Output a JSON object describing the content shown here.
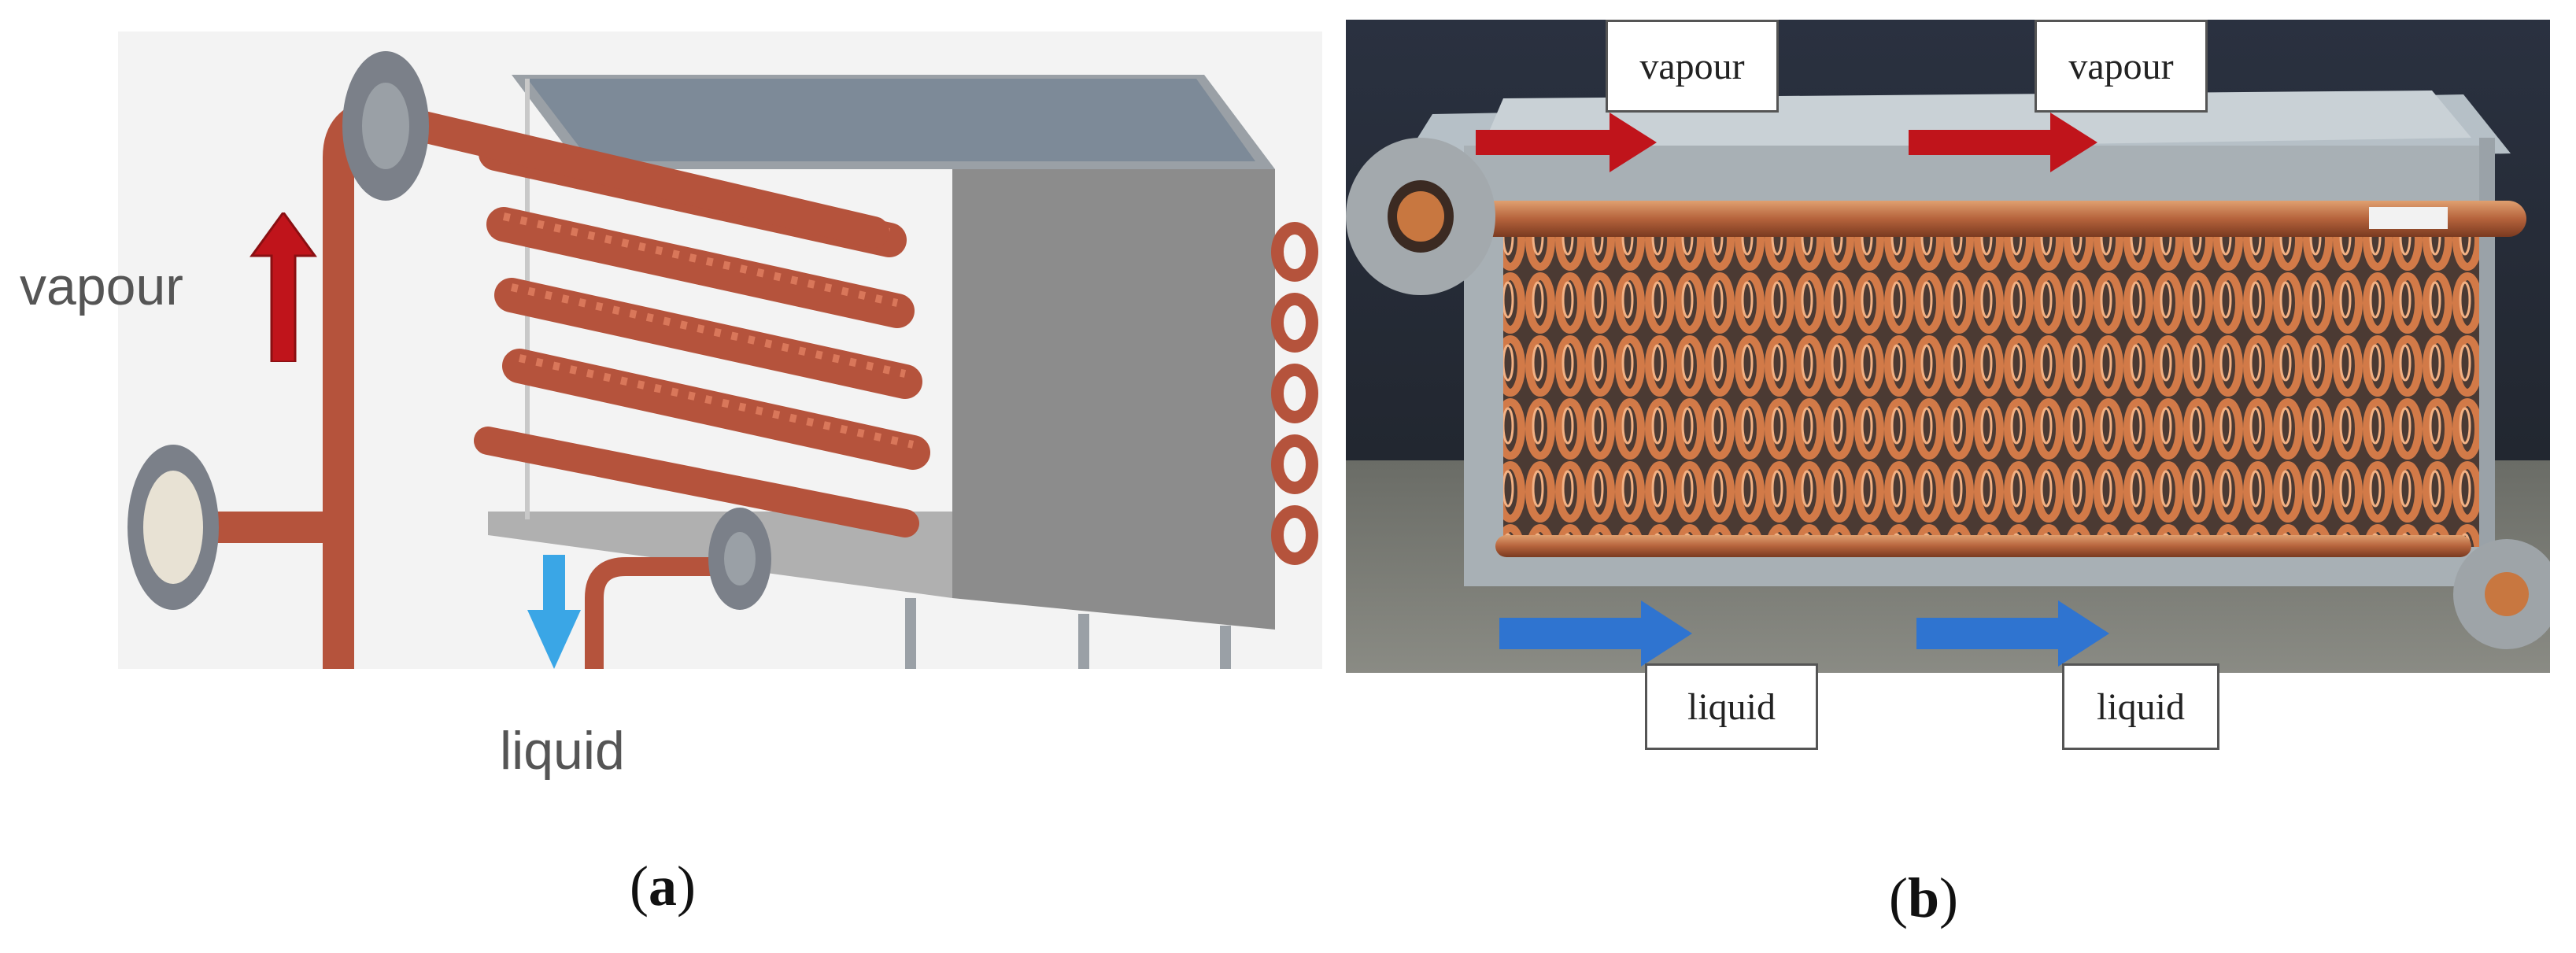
{
  "panel_a": {
    "vapour_label": "vapour",
    "liquid_label": "liquid",
    "caption_open": "(",
    "caption_letter": "a",
    "caption_close": ")"
  },
  "panel_b": {
    "vapour_labels": [
      "vapour",
      "vapour"
    ],
    "liquid_labels": [
      "liquid",
      "liquid"
    ],
    "caption_open": "(",
    "caption_letter": "b",
    "caption_close": ")"
  },
  "colors": {
    "copper": "#b5533c",
    "copper_highlight": "#d9775a",
    "steel": "#8a8f96",
    "vapour_arrow": "#c0141b",
    "liquid_arrow": "#2f74d0",
    "liquid_arrow_a": "#3aa6e6"
  }
}
